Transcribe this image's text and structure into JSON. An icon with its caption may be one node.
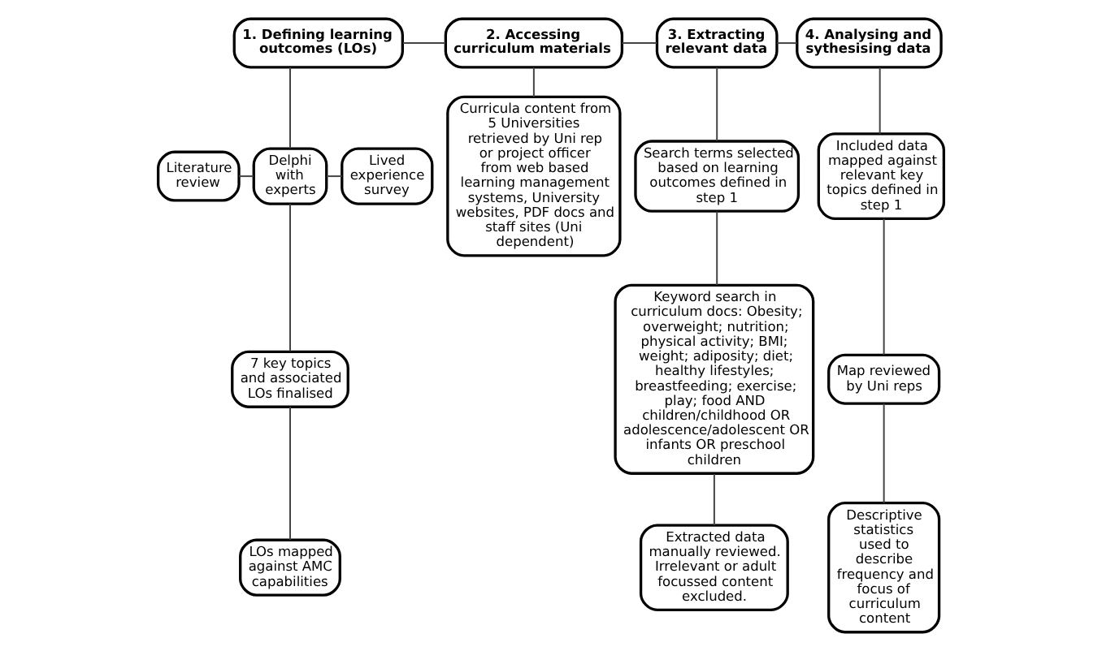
{
  "diagram": {
    "nodes": [
      {
        "text": [
          "1. Defining learning outcomes (LOs)"
        ]
      },
      {
        "text": [
          "2. Accessing curriculum materials"
        ]
      },
      {
        "text": [
          "3. Extracting relevant data"
        ]
      },
      {
        "text": [
          "4. Analysing and sythesising data"
        ]
      },
      {
        "text": [
          "Literature review"
        ]
      },
      {
        "text": [
          "Delphi with experts"
        ]
      },
      {
        "text": [
          "Lived experience survey"
        ]
      },
      {
        "text": [
          "7 key topics and associated LOs finalised"
        ]
      },
      {
        "text": [
          "LOs mapped against AMC capabilities"
        ]
      },
      {
        "text": [
          "Curricula content from 5 Universities retrieved by Uni rep or project officer from web based learning management systems, University websites, PDF docs and staff sites (Uni dependent)"
        ]
      },
      {
        "text": [
          "Search terms selected based on learning outcomes defined in step 1"
        ]
      },
      {
        "text": [
          "Keyword search in curriculum docs: Obesity; overweight; nutrition; physical activity; BMI; weight; adiposity; diet; healthy lifestyles; breastfeeding; exercise; play; food AND children/childhood OR adolescence/adolescent OR infants OR preschool children"
        ]
      },
      {
        "text": [
          "Extracted data manually reviewed. Irrelevant or adult focussed content excluded."
        ]
      },
      {
        "text": [
          "Included data mapped against relevant key topics defined in step 1"
        ]
      },
      {
        "text": [
          "Map reviewed by Uni reps"
        ]
      },
      {
        "text": [
          "Descriptive statistics used to describe frequency and focus of curriculum content"
        ]
      }
    ],
    "edges": [
      {
        "from": 0,
        "to": 1,
        "arrow": "none"
      },
      {
        "from": 1,
        "to": 2,
        "arrow": "none"
      },
      {
        "from": 2,
        "to": 3,
        "arrow": "none"
      },
      {
        "from": 0,
        "to": 5,
        "arrow": "none"
      },
      {
        "from": 4,
        "to": 5,
        "arrow": "none"
      },
      {
        "from": 5,
        "to": 6,
        "arrow": "none"
      },
      {
        "from": 5,
        "to": 7,
        "arrow": "none"
      },
      {
        "from": 7,
        "to": 8,
        "arrow": "none"
      },
      {
        "from": 1,
        "to": 9,
        "arrow": "none"
      },
      {
        "from": 2,
        "to": 10,
        "arrow": "none"
      },
      {
        "from": 10,
        "to": 11,
        "arrow": "none"
      },
      {
        "from": 11,
        "to": 12,
        "arrow": "none"
      },
      {
        "from": 3,
        "to": 13,
        "arrow": "none"
      },
      {
        "from": 13,
        "to": 14,
        "arrow": "none"
      },
      {
        "from": 14,
        "to": 15,
        "arrow": "none"
      }
    ]
  }
}
